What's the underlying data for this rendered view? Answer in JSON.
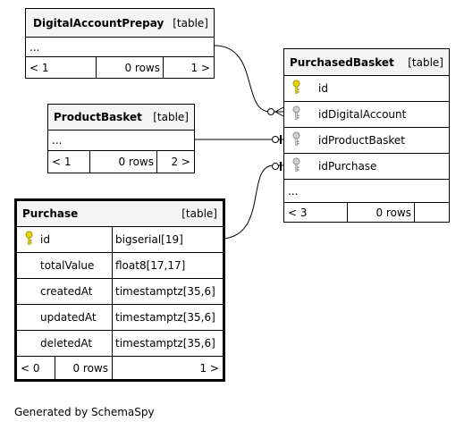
{
  "footer": "Generated by SchemaSpy",
  "colors": {
    "primary_key": "#e6d800",
    "foreign_key": "#b0b0b0",
    "header": "#f4f4f4"
  },
  "tables": {
    "digitalAccountPrepay": {
      "name": "DigitalAccountPrepay",
      "type": "[table]",
      "ellipsis": "...",
      "parents": "< 1",
      "rows": "0 rows",
      "children": "1 >"
    },
    "productBasket": {
      "name": "ProductBasket",
      "type": "[table]",
      "ellipsis": "...",
      "parents": "< 1",
      "rows": "0 rows",
      "children": "2 >"
    },
    "purchasedBasket": {
      "name": "PurchasedBasket",
      "type": "[table]",
      "columns": [
        {
          "name": "id",
          "icon": "primary-key-icon"
        },
        {
          "name": "idDigitalAccount",
          "icon": "foreign-key-icon"
        },
        {
          "name": "idProductBasket",
          "icon": "foreign-key-icon"
        },
        {
          "name": "idPurchase",
          "icon": "foreign-key-icon"
        }
      ],
      "ellipsis": "...",
      "parents": "< 3",
      "rows": "0 rows",
      "children": ""
    },
    "purchase": {
      "name": "Purchase",
      "type": "[table]",
      "columns": [
        {
          "name": "id",
          "datatype": "bigserial[19]",
          "icon": "primary-key-icon"
        },
        {
          "name": "totalValue",
          "datatype": "float8[17,17]"
        },
        {
          "name": "createdAt",
          "datatype": "timestamptz[35,6]"
        },
        {
          "name": "updatedAt",
          "datatype": "timestamptz[35,6]"
        },
        {
          "name": "deletedAt",
          "datatype": "timestamptz[35,6]"
        }
      ],
      "parents": "< 0",
      "rows": "0 rows",
      "children": "1 >"
    }
  }
}
